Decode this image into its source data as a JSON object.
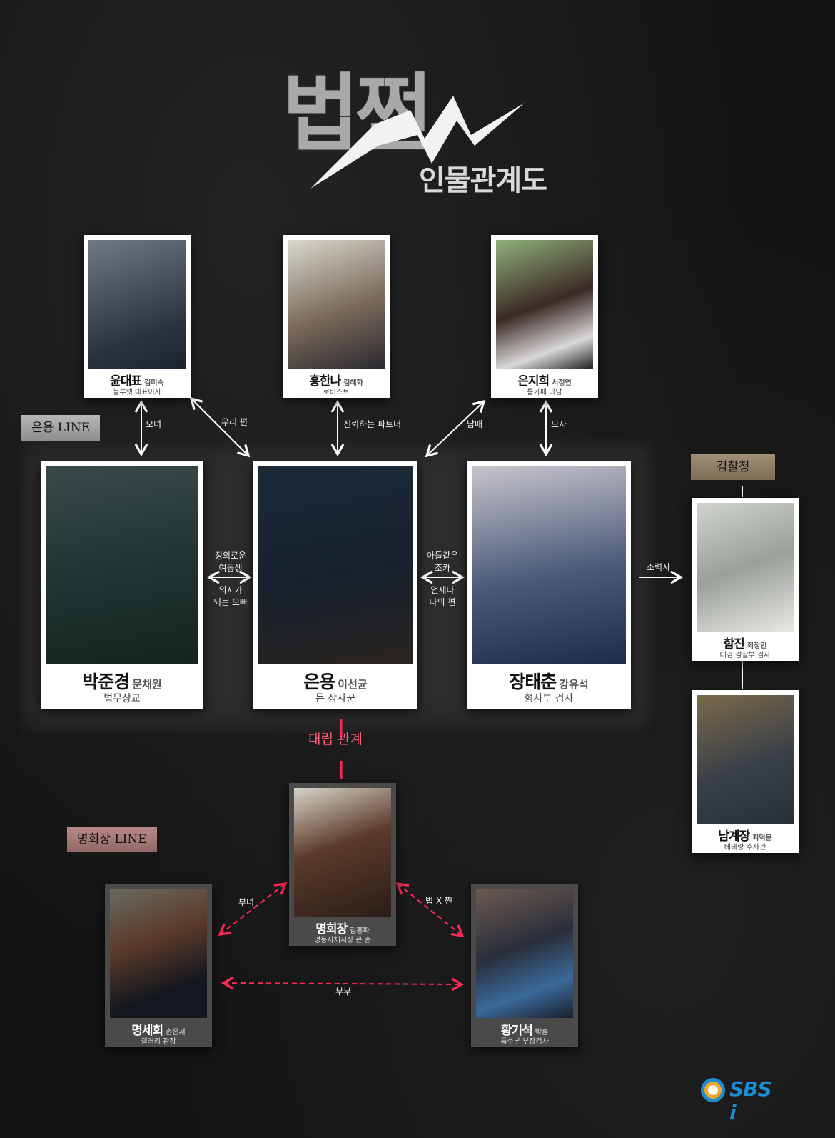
{
  "title": {
    "main": "법쩐",
    "subtitle": "인물관계도"
  },
  "groups": {
    "eunyong_line": "은용 LINE",
    "prosecution": "검찰청",
    "myeong_line": "명회장 LINE"
  },
  "characters": {
    "yun": {
      "name": "윤대표",
      "actor": "김미숙",
      "role": "블루넷 대표이사"
    },
    "hong": {
      "name": "홍한나",
      "actor": "김혜화",
      "role": "로비스트"
    },
    "eunji": {
      "name": "은지희",
      "actor": "서정연",
      "role": "룸카페 마담"
    },
    "park": {
      "name": "박준경",
      "actor": "문채원",
      "role": "법무장교"
    },
    "eunyong": {
      "name": "은용",
      "actor": "이선균",
      "role": "돈 장사꾼"
    },
    "jang": {
      "name": "장태춘",
      "actor": "강유석",
      "role": "형사부 검사"
    },
    "hamjin": {
      "name": "함진",
      "actor": "최정인",
      "role": "대검 감찰부 검사"
    },
    "nam": {
      "name": "남계장",
      "actor": "최덕문",
      "role": "베테랑 수사관"
    },
    "myeong": {
      "name": "명회장",
      "actor": "김홍파",
      "role": "명동사채시장 큰 손"
    },
    "myeongsehee": {
      "name": "명세희",
      "actor": "손은서",
      "role": "갤러리 관장"
    },
    "hwang": {
      "name": "황기석",
      "actor": "박훈",
      "role": "특수부 부장검사"
    }
  },
  "relations": {
    "mother_daughter": "모녀",
    "our_side": "우리 편",
    "trusted_partner": "신뢰하는 파트너",
    "siblings": "남매",
    "mother_son": "모자",
    "park_to_eun_1": "정의로운",
    "park_to_eun_2": "여동생",
    "eun_to_park_1": "의지가",
    "eun_to_park_2": "되는 오빠",
    "eun_to_jang_1": "아들같은",
    "eun_to_jang_2": "조카",
    "jang_to_eun_1": "언제나",
    "jang_to_eun_2": "나의 편",
    "helper": "조력자",
    "opposition": "대립 관계",
    "father_daughter": "부녀",
    "law_x_money": "법 X 쩐",
    "married": "부부"
  },
  "colors": {
    "background": "#141414",
    "panel": "#2c2c2c",
    "opposition_red": "#ff2b55",
    "sbs_blue": "#1a8fd6",
    "sbs_orange": "#f5a623"
  },
  "logo": {
    "text": "SBS i"
  }
}
